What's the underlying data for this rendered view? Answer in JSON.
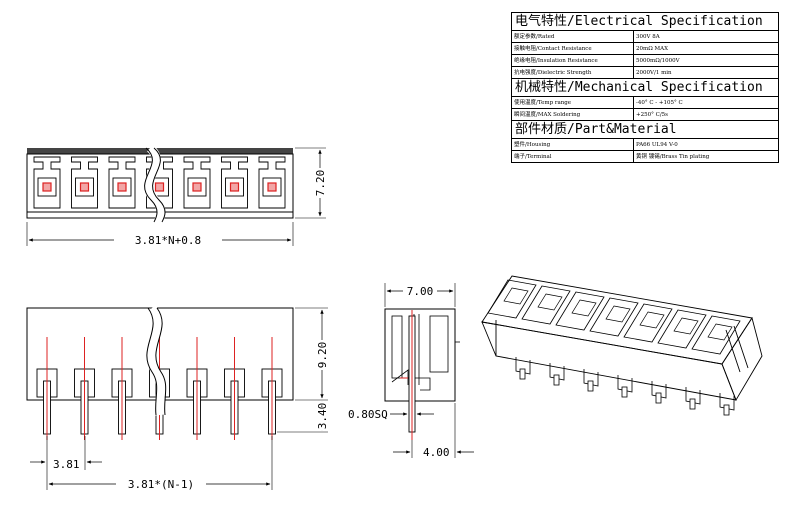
{
  "spec": {
    "electrical": {
      "header": "电气特性/Electrical Specification",
      "rows": [
        {
          "label": "额定参数/Rated",
          "value": "300V 8A"
        },
        {
          "label": "接触电阻/Contact Resistance",
          "value": "20mΩ MAX"
        },
        {
          "label": "绝缘电阻/Insulation Resistance",
          "value": "5000mΩ/1000V"
        },
        {
          "label": "抗电强度/Dielectric Strength",
          "value": "2000V/1 min"
        }
      ]
    },
    "mechanical": {
      "header": "机械特性/Mechanical Specification",
      "rows": [
        {
          "label": "使用温度/Temp range",
          "value": "-40° C - +105° C"
        },
        {
          "label": "瞬间温度/MAX Soldering",
          "value": "+250° C/5s"
        }
      ]
    },
    "material": {
      "header": "部件材质/Part&Material",
      "rows": [
        {
          "label": "塑件/Housing",
          "value": "PA66 UL94 V-0"
        },
        {
          "label": "端子/Terminal",
          "value": "黄铜 镀锡/Brass Tin plating"
        }
      ]
    }
  },
  "dims": {
    "top_height": "7.20",
    "top_length": "3.81*N+0.8",
    "front_height": "9.20",
    "front_pin": "3.40",
    "pitch": "3.81",
    "span": "3.81*(N-1)",
    "side_width": "7.00",
    "pin_size": "0.80SQ",
    "side_offset": "4.00"
  }
}
